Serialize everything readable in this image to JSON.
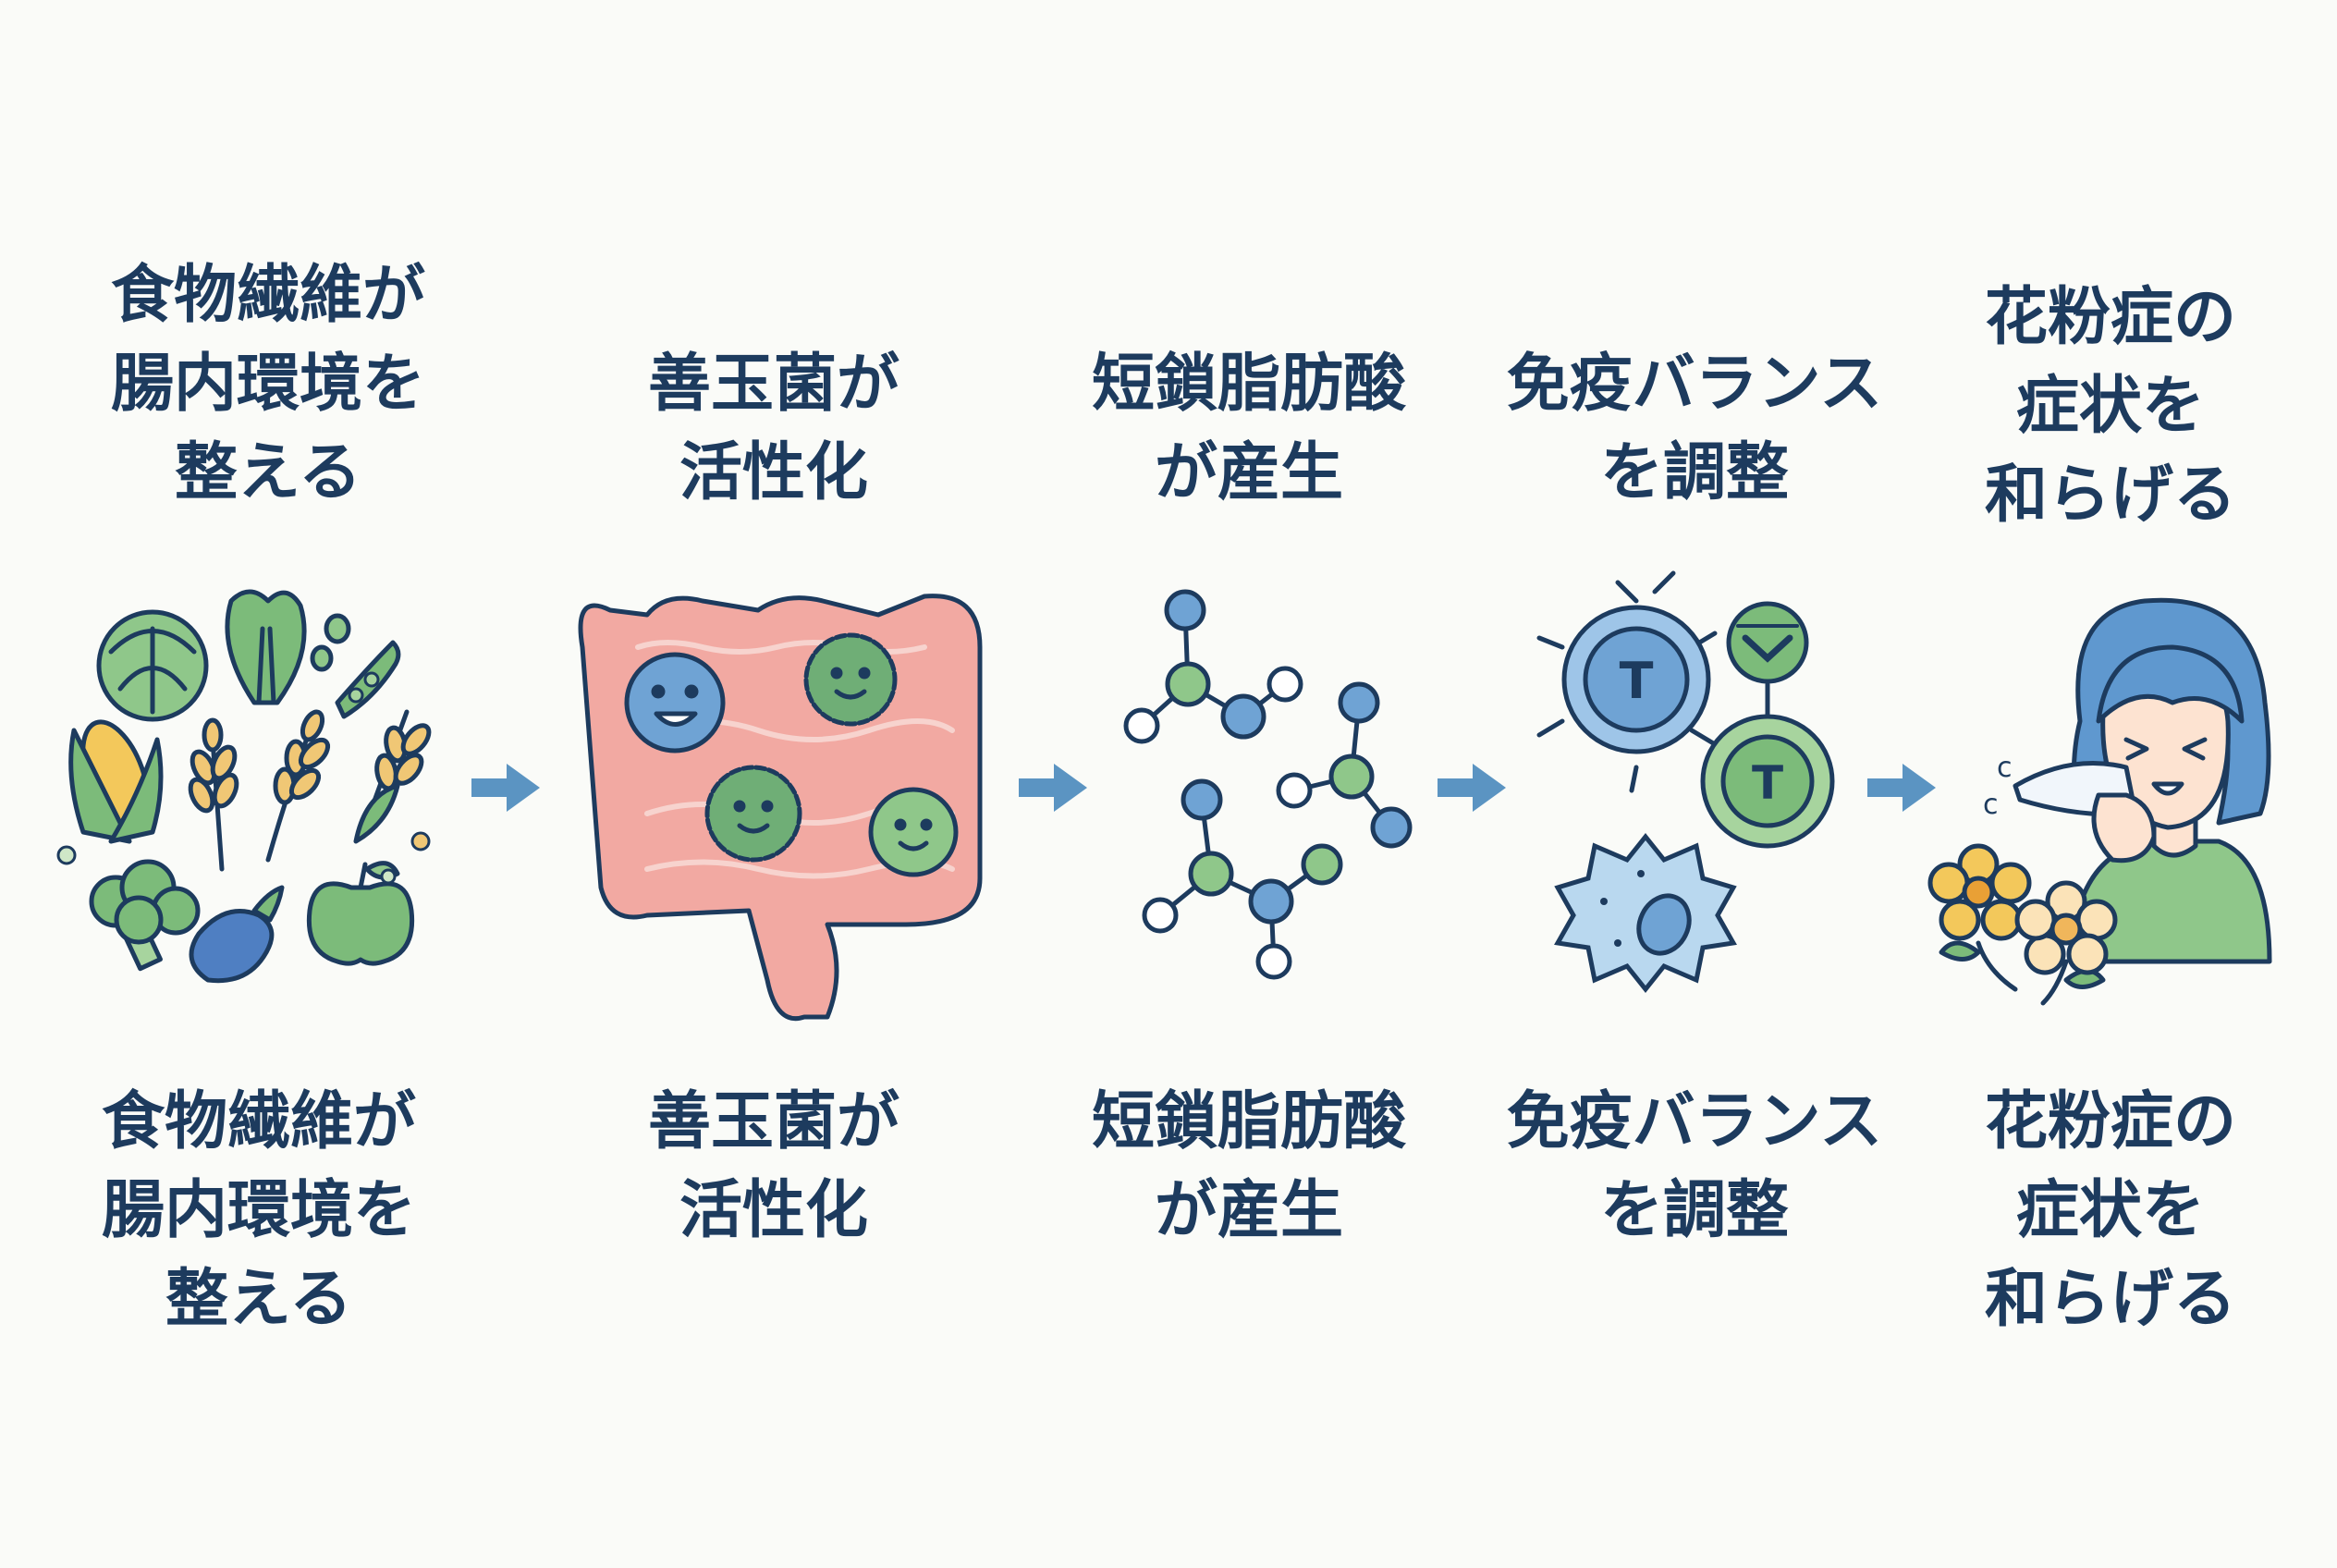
{
  "steps": [
    {
      "lines": [
        "食物繊維が",
        "腸内環境を",
        "整える"
      ]
    },
    {
      "lines": [
        "善玉菌が",
        "活性化"
      ]
    },
    {
      "lines": [
        "短鎖脂肪酸",
        "が産生"
      ]
    },
    {
      "lines": [
        "免疫バランス",
        "を調整"
      ]
    },
    {
      "lines": [
        "花粉症の",
        "症状を",
        "和らげる"
      ]
    }
  ],
  "icons": {
    "t_cell_letter": "T",
    "sneeze_mark": "c"
  },
  "colors": {
    "text": "#1d3b5e",
    "arrow": "#5b94c2",
    "green": "#7cbb7a",
    "blue": "#6fa3d4",
    "pink": "#ef9d97",
    "yellow": "#f3c85b"
  }
}
